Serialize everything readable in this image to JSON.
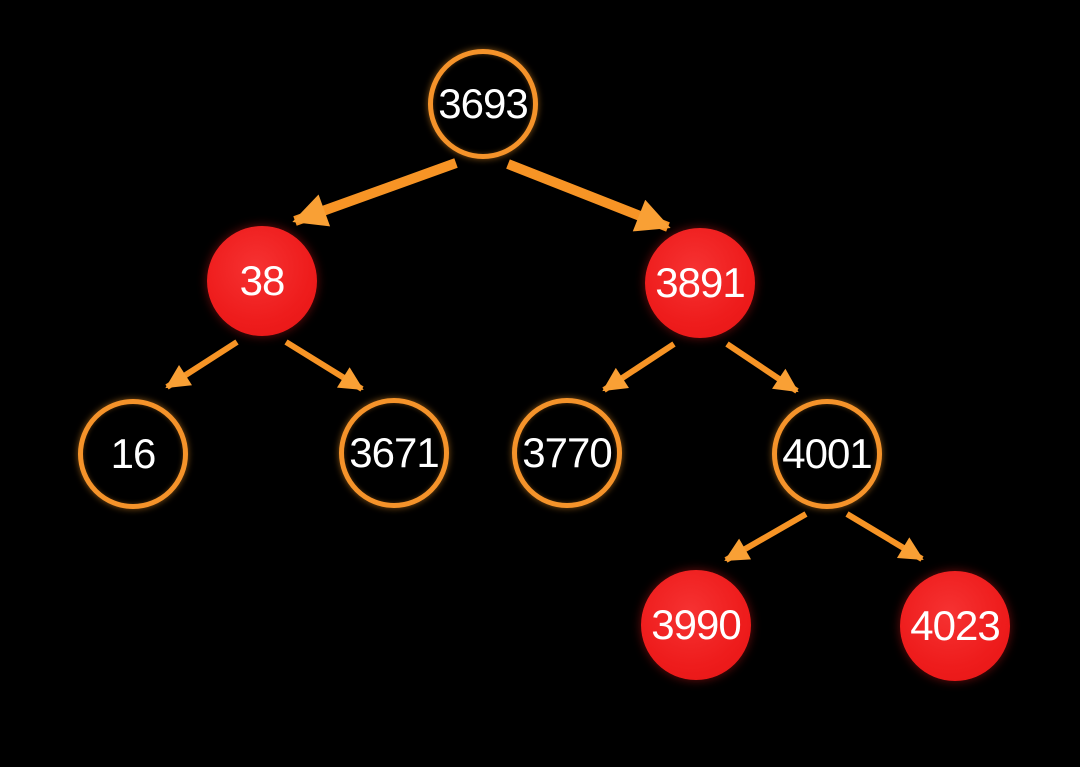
{
  "diagram": {
    "kind": "red-black-binary-tree",
    "background": "#000000"
  },
  "colors": {
    "outline_orange": "#f5932a",
    "arrow_orange": "#f79425",
    "red_node_fill": "#ee1c1c",
    "black_node_fill": "#000000",
    "text": "#ffffff"
  },
  "tree": {
    "nodes": [
      {
        "id": "3693",
        "value": "3693",
        "color": "black",
        "level": 0
      },
      {
        "id": "38",
        "value": "38",
        "color": "red",
        "level": 1
      },
      {
        "id": "3891",
        "value": "3891",
        "color": "red",
        "level": 1
      },
      {
        "id": "16",
        "value": "16",
        "color": "black",
        "level": 2
      },
      {
        "id": "3671",
        "value": "3671",
        "color": "black",
        "level": 2
      },
      {
        "id": "3770",
        "value": "3770",
        "color": "black",
        "level": 2
      },
      {
        "id": "4001",
        "value": "4001",
        "color": "black",
        "level": 2
      },
      {
        "id": "3990",
        "value": "3990",
        "color": "red",
        "level": 3
      },
      {
        "id": "4023",
        "value": "4023",
        "color": "red",
        "level": 3
      }
    ],
    "edges": [
      {
        "from": "3693",
        "to": "38",
        "style": "thick"
      },
      {
        "from": "3693",
        "to": "3891",
        "style": "thick"
      },
      {
        "from": "38",
        "to": "16",
        "style": "thin"
      },
      {
        "from": "38",
        "to": "3671",
        "style": "thin"
      },
      {
        "from": "3891",
        "to": "3770",
        "style": "thin"
      },
      {
        "from": "3891",
        "to": "4001",
        "style": "thin"
      },
      {
        "from": "4001",
        "to": "3990",
        "style": "thin"
      },
      {
        "from": "4001",
        "to": "4023",
        "style": "thin"
      }
    ]
  }
}
